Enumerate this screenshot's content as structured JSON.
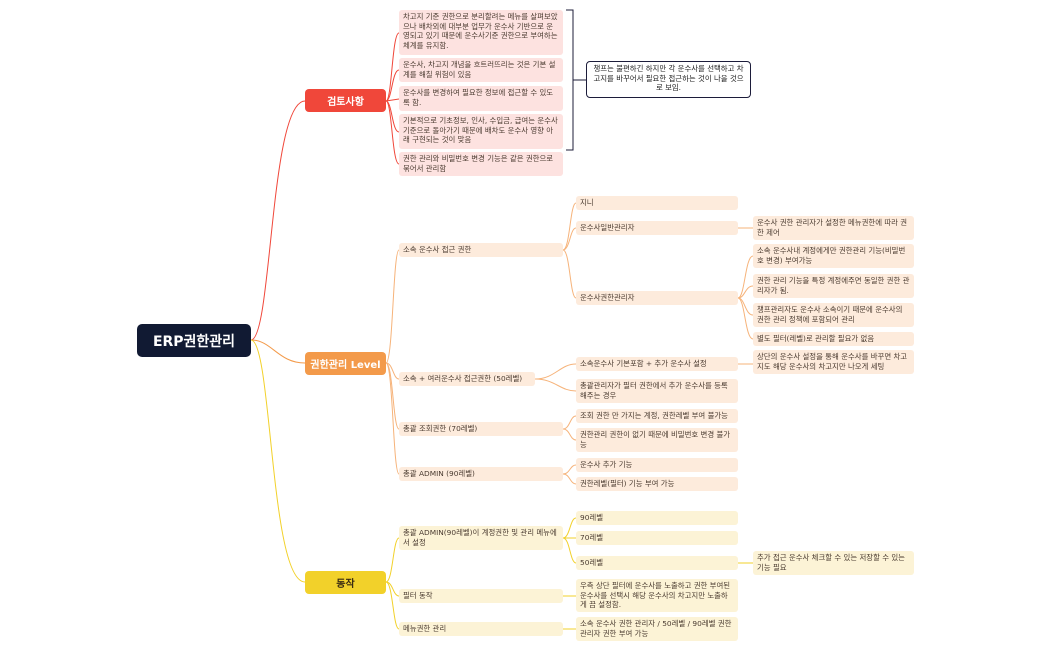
{
  "root": "ERP권한관리",
  "branches": [
    {
      "label": "검토사항",
      "color": "#f0473a",
      "notes": [
        "차고지 기준 권한으로 분리할려는 메뉴를 살펴보았으나 배차외에 대부분 업무가 운수사 기반으로 운영되고 있기 때문에 운수사기준 권한으로 부여하는 체계를 유지함.",
        "운수사, 차고지 개념을 흐트러뜨리는 것은 기본 설계를 해칠 위험이 있음",
        "운수사를 변경하여 필요한 정보에 접근할 수 있도록 함.",
        "기본적으로 기초정보, 인사, 수입금, 급여는 운수사기준으로 돌아가기 때문에 배차도 운수사 영향 아래 구현되는 것이 맞음",
        "권한 관리와 비밀번호 변경 기능은 같은 권한으로 묶어서 관리함"
      ],
      "callout": "챙프는 불편하긴 하지만 각 운수사를 선택하고 차고지를 바꾸어서 필요한 접근하는 것이 나을 것으로 보임."
    },
    {
      "label": "권한관리 Level",
      "color": "#f39a4a",
      "groups": [
        {
          "label": "소속 운수사 접근 권한",
          "items": [
            {
              "label": "지니",
              "details": []
            },
            {
              "label": "운수사일반관리자",
              "details": [
                "운수사 권한 관리자가 설정한 메뉴권한에 따라 권한 제어"
              ]
            },
            {
              "label": "운수사권한관리자",
              "details": [
                "소속 운수사내 계정에게만 권한관리 기능(비밀번호 변경) 부여가능",
                "권한 관리 기능을 특정 계정에주면 동일한 권한 관리자가 됨.",
                "챙프관리자도 운수사 소속이기 때문에 운수사의 권한 관리 정책에 포함되어 관리",
                "별도 필터(레벨)로 관리할 필요가 없음"
              ]
            }
          ]
        },
        {
          "label": "소속 + 여러운수사 접근권한 (50레벨)",
          "items": [
            {
              "label": "소속운수사 기본포함 + 추가 운수사 설정",
              "details": [
                "상단의 운수사 설정을 통해 운수사를 바꾸면 차고지도 해당 운수사의 차고지만 나오게 세팅"
              ]
            },
            {
              "label": "총괄관리자가 필터 권한에서 추가 운수사를 등록해주는 경우",
              "details": []
            }
          ]
        },
        {
          "label": "총괄 조회권한 (70레벨)",
          "items": [
            {
              "label": "조회 권한 만 가지는 계정, 권한레벨 부여 불가능",
              "details": []
            },
            {
              "label": "권한관리 권한이 없기 때문에 비밀번호 변경 불가능",
              "details": []
            }
          ]
        },
        {
          "label": "총괄 ADMIN (90레벨)",
          "items": [
            {
              "label": "운수사 추가 기능",
              "details": []
            },
            {
              "label": "권한레벨(필터) 기능 부여 가능",
              "details": []
            }
          ]
        }
      ]
    },
    {
      "label": "동작",
      "color": "#f2d12a",
      "groups": [
        {
          "label": "총괄 ADMIN(90레벨)이 계정권한 및 관리 메뉴에서 설정",
          "items": [
            {
              "label": "90레벨",
              "details": []
            },
            {
              "label": "70레벨",
              "details": []
            },
            {
              "label": "50레벨",
              "details": [
                "추가 접근 운수사 체크할 수 있는 저장할 수 있는 기능 필요"
              ]
            }
          ]
        },
        {
          "label": "필터 동작",
          "items": [
            {
              "label": "우측 상단 필터에 운수사를 노출하고 권한 부여된 운수사를 선택시 해당 운수사의 차고지만 노출하게 끔 설정함.",
              "details": []
            }
          ]
        },
        {
          "label": "메뉴권한 관리",
          "items": [
            {
              "label": "소속 운수사 권한 관리자 / 50레벨 / 90레벨 권한 관리자 권한 부여 가능",
              "details": []
            }
          ]
        }
      ]
    }
  ]
}
